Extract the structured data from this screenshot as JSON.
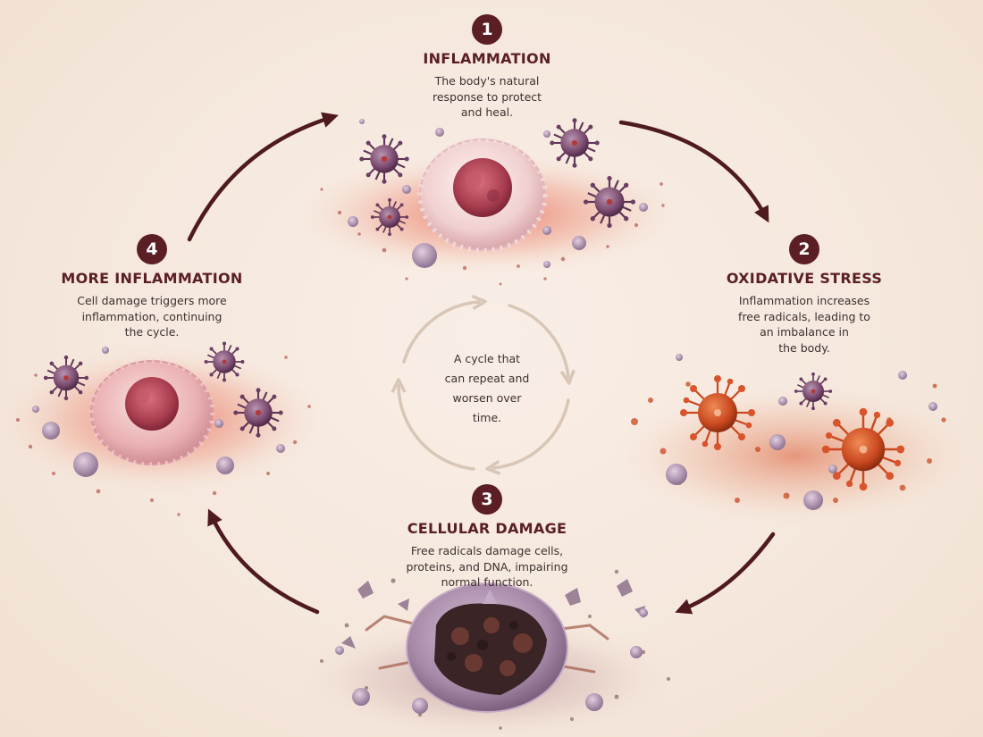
{
  "steps": [
    {
      "number": "1",
      "title": "INFLAMMATION",
      "description": "The body's natural\nresponse to protect\nand heal."
    },
    {
      "number": "2",
      "title": "OXIDATIVE STRESS",
      "description": "Inflammation increases\nfree radicals, leading to\nan imbalance in\nthe body."
    },
    {
      "number": "3",
      "title": "CELLULAR DAMAGE",
      "description": "Free radicals damage cells,\nproteins, and DNA, impairing\nnormal function."
    },
    {
      "number": "4",
      "title": "MORE INFLAMMATION",
      "description": "Cell damage triggers more\ninflammation, continuing\nthe cycle."
    }
  ],
  "center": {
    "text": "A cycle that\ncan repeat and\nworsen over\ntime."
  },
  "colors": {
    "accent": "#5a1e24",
    "arrow": "#4e1a20",
    "inner_cycle": "#d8c6b6",
    "text": "#3c3030",
    "inflammation_red": "#d9523f",
    "virus_purple": "#7a4a6e",
    "free_radical_orange": "#c9481f",
    "damaged_cell": "#a88aa8"
  },
  "icons": [
    "inflamed-cell-icon",
    "virus-icon",
    "free-radical-icon",
    "damaged-cell-icon",
    "cycle-arrow-icon"
  ]
}
